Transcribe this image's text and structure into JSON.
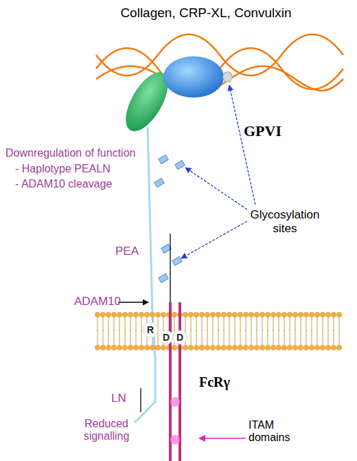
{
  "diagram": {
    "nodes": [
      {
        "text": [
          "R"
        ]
      },
      {
        "text": [
          "D"
        ]
      },
      {
        "text": [
          "D"
        ]
      }
    ],
    "labels": [
      "Collagen, CRP-XL, Convulxin",
      "GPVI",
      "Downregulation of function",
      "- Haplotype PEALN",
      "- ADAM10 cleavage",
      "Glycosylation sites",
      "PEA",
      "ADAM10",
      "FcRγ",
      "LN",
      "Reduced signalling",
      "ITAM domains"
    ]
  }
}
